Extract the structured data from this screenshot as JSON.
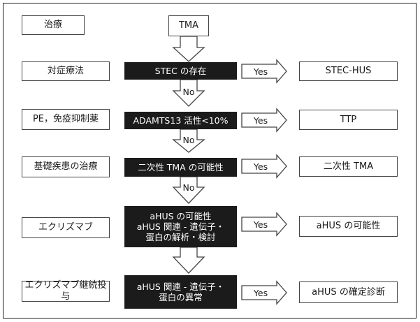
{
  "left_column": [
    "治療",
    "対症療法",
    "PE，免疫抑制薬",
    "基礎疾患の治療",
    "エクリズマブ",
    "エクリズマブ継続投与"
  ],
  "start": "TMA",
  "steps": [
    {
      "lines": [
        "STEC の存在"
      ]
    },
    {
      "lines": [
        "ADAMTS13 活性<10%"
      ]
    },
    {
      "lines": [
        "二次性 TMA の可能性"
      ]
    },
    {
      "lines": [
        "aHUS の可能性",
        "aHUS 関連 - 遺伝子・",
        "蛋白の解析・検討"
      ]
    },
    {
      "lines": [
        "aHUS 関連 - 遺伝子・",
        "蛋白の異常"
      ]
    }
  ],
  "no_labels": [
    "No",
    "No",
    "No"
  ],
  "yes_labels": [
    "Yes",
    "Yes",
    "Yes",
    "Yes",
    "Yes"
  ],
  "results": [
    "STEC-HUS",
    "TTP",
    "二次性 TMA",
    "aHUS の可能性",
    "aHUS の確定診断"
  ]
}
